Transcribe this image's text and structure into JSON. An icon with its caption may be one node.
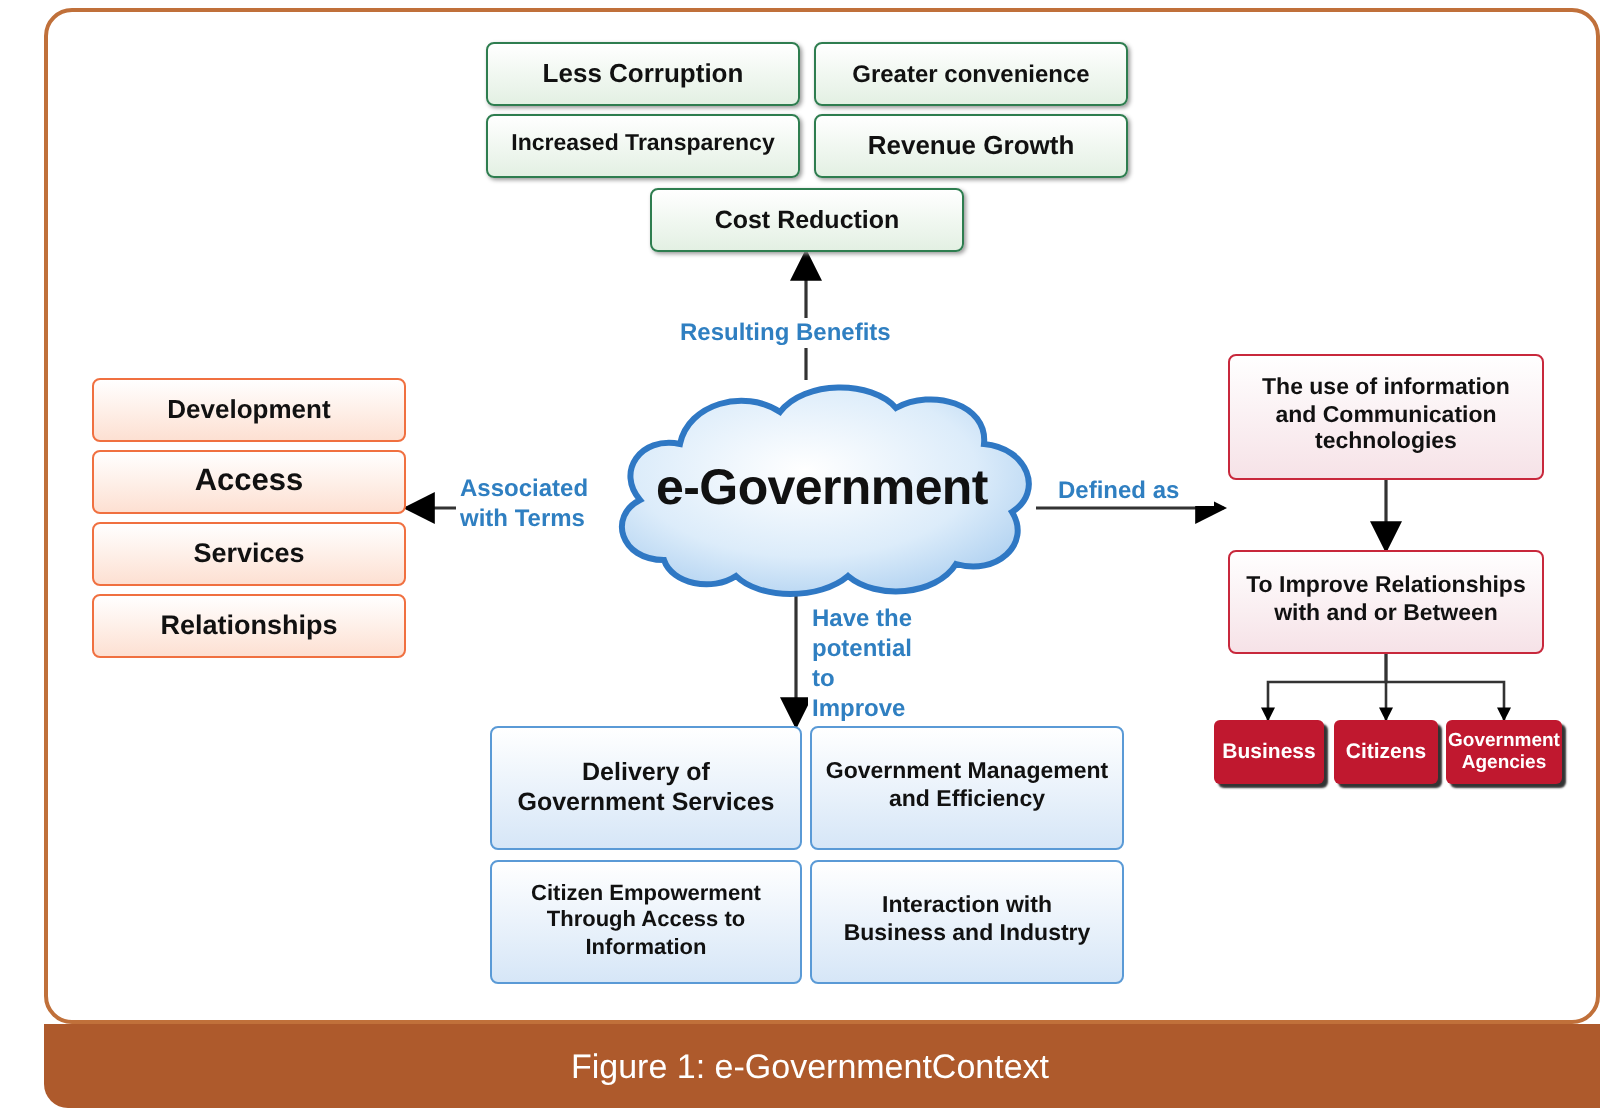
{
  "diagram": {
    "caption": "Figure 1: e-GovernmentContext",
    "nodes": [
      {
        "text": [
          "Less Corruption"
        ]
      },
      {
        "text": [
          "Greater convenience"
        ]
      },
      {
        "text": [
          "Increased Transparency"
        ]
      },
      {
        "text": [
          "Revenue Growth"
        ]
      },
      {
        "text": [
          "Cost Reduction"
        ]
      },
      {
        "text": [
          "Development"
        ]
      },
      {
        "text": [
          "Access"
        ]
      },
      {
        "text": [
          "Services"
        ]
      },
      {
        "text": [
          "Relationships"
        ]
      },
      {
        "text": [
          "e-Government"
        ]
      },
      {
        "text": [
          "The use of information and Communication technologies"
        ]
      },
      {
        "text": [
          "To Improve Relationships with and or Between"
        ]
      },
      {
        "text": [
          "Business"
        ]
      },
      {
        "text": [
          "Citizens"
        ]
      },
      {
        "text": [
          "Government Agencies"
        ]
      },
      {
        "text": [
          "Delivery of Government Services"
        ]
      },
      {
        "text": [
          "Government Management and Efficiency"
        ]
      },
      {
        "text": [
          "Citizen Empowerment Through Access to Information"
        ]
      },
      {
        "text": [
          "Interaction with Business and Industry"
        ]
      }
    ],
    "edges": [
      {
        "from": 9,
        "to": 4,
        "arrow": "to",
        "label": "Resulting Benefits"
      },
      {
        "from": 9,
        "to": 6,
        "arrow": "to",
        "label": "Associated with Terms"
      },
      {
        "from": 9,
        "to": 10,
        "arrow": "to",
        "label": "Defined as"
      },
      {
        "from": 9,
        "to": 15,
        "arrow": "to",
        "label": "Have the potential to Improve"
      },
      {
        "from": 10,
        "to": 11,
        "arrow": "to"
      },
      {
        "from": 11,
        "to": 12,
        "arrow": "to"
      },
      {
        "from": 11,
        "to": 13,
        "arrow": "to"
      },
      {
        "from": 11,
        "to": 14,
        "arrow": "to"
      }
    ]
  }
}
